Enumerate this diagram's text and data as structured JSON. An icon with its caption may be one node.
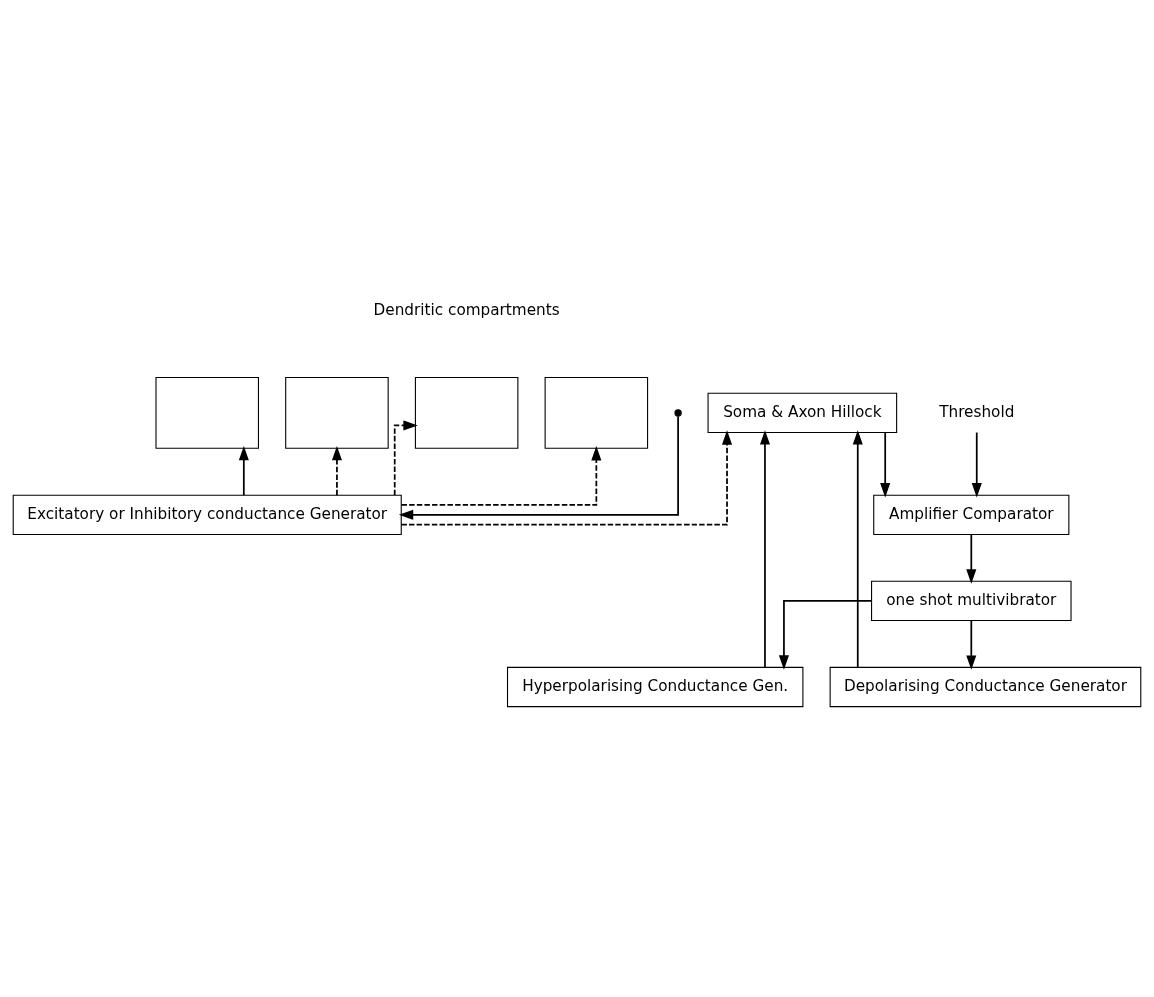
{
  "diagram": {
    "nodes": [
      {
        "text": [],
        "shape": "box"
      },
      {
        "text": [],
        "shape": "box"
      },
      {
        "text": [],
        "shape": "box"
      },
      {
        "text": [],
        "shape": "box"
      },
      {
        "text": [
          "Soma & Axon Hillock"
        ]
      },
      {
        "text": [
          "Excitatory or Inhibitory conductance Generator"
        ]
      },
      {
        "text": [
          "Amplifier Comparator"
        ]
      },
      {
        "text": [
          "Threshold"
        ]
      },
      {
        "text": [
          "one shot multivibrator"
        ]
      },
      {
        "text": [
          "Depolarising Conductance Generator"
        ]
      },
      {
        "text": [
          "Hyperpolarising Conductance Gen."
        ]
      }
    ],
    "edges": [
      {
        "from": 5,
        "to": 0,
        "arrow": "to"
      },
      {
        "from": 5,
        "to": 1,
        "arrow": "to",
        "style": "dashed"
      },
      {
        "from": 5,
        "to": 2,
        "arrow": "to",
        "style": "dashed"
      },
      {
        "from": 5,
        "to": 3,
        "arrow": "to",
        "style": "dashed"
      },
      {
        "from": 5,
        "to": 4,
        "arrow": "to",
        "style": "dashed"
      },
      {
        "from": null,
        "to": 5,
        "arrow": "to"
      },
      {
        "from": 4,
        "to": 6,
        "arrow": "to"
      },
      {
        "from": 7,
        "to": 6,
        "arrow": "to"
      },
      {
        "from": 6,
        "to": 8,
        "arrow": "to"
      },
      {
        "from": 8,
        "to": 9,
        "arrow": "to"
      },
      {
        "from": 8,
        "to": 10,
        "arrow": "to"
      },
      {
        "from": 9,
        "to": 4,
        "arrow": "to"
      },
      {
        "from": 10,
        "to": 4,
        "arrow": "to"
      }
    ],
    "labels": [
      "Dendritic compartments"
    ]
  }
}
